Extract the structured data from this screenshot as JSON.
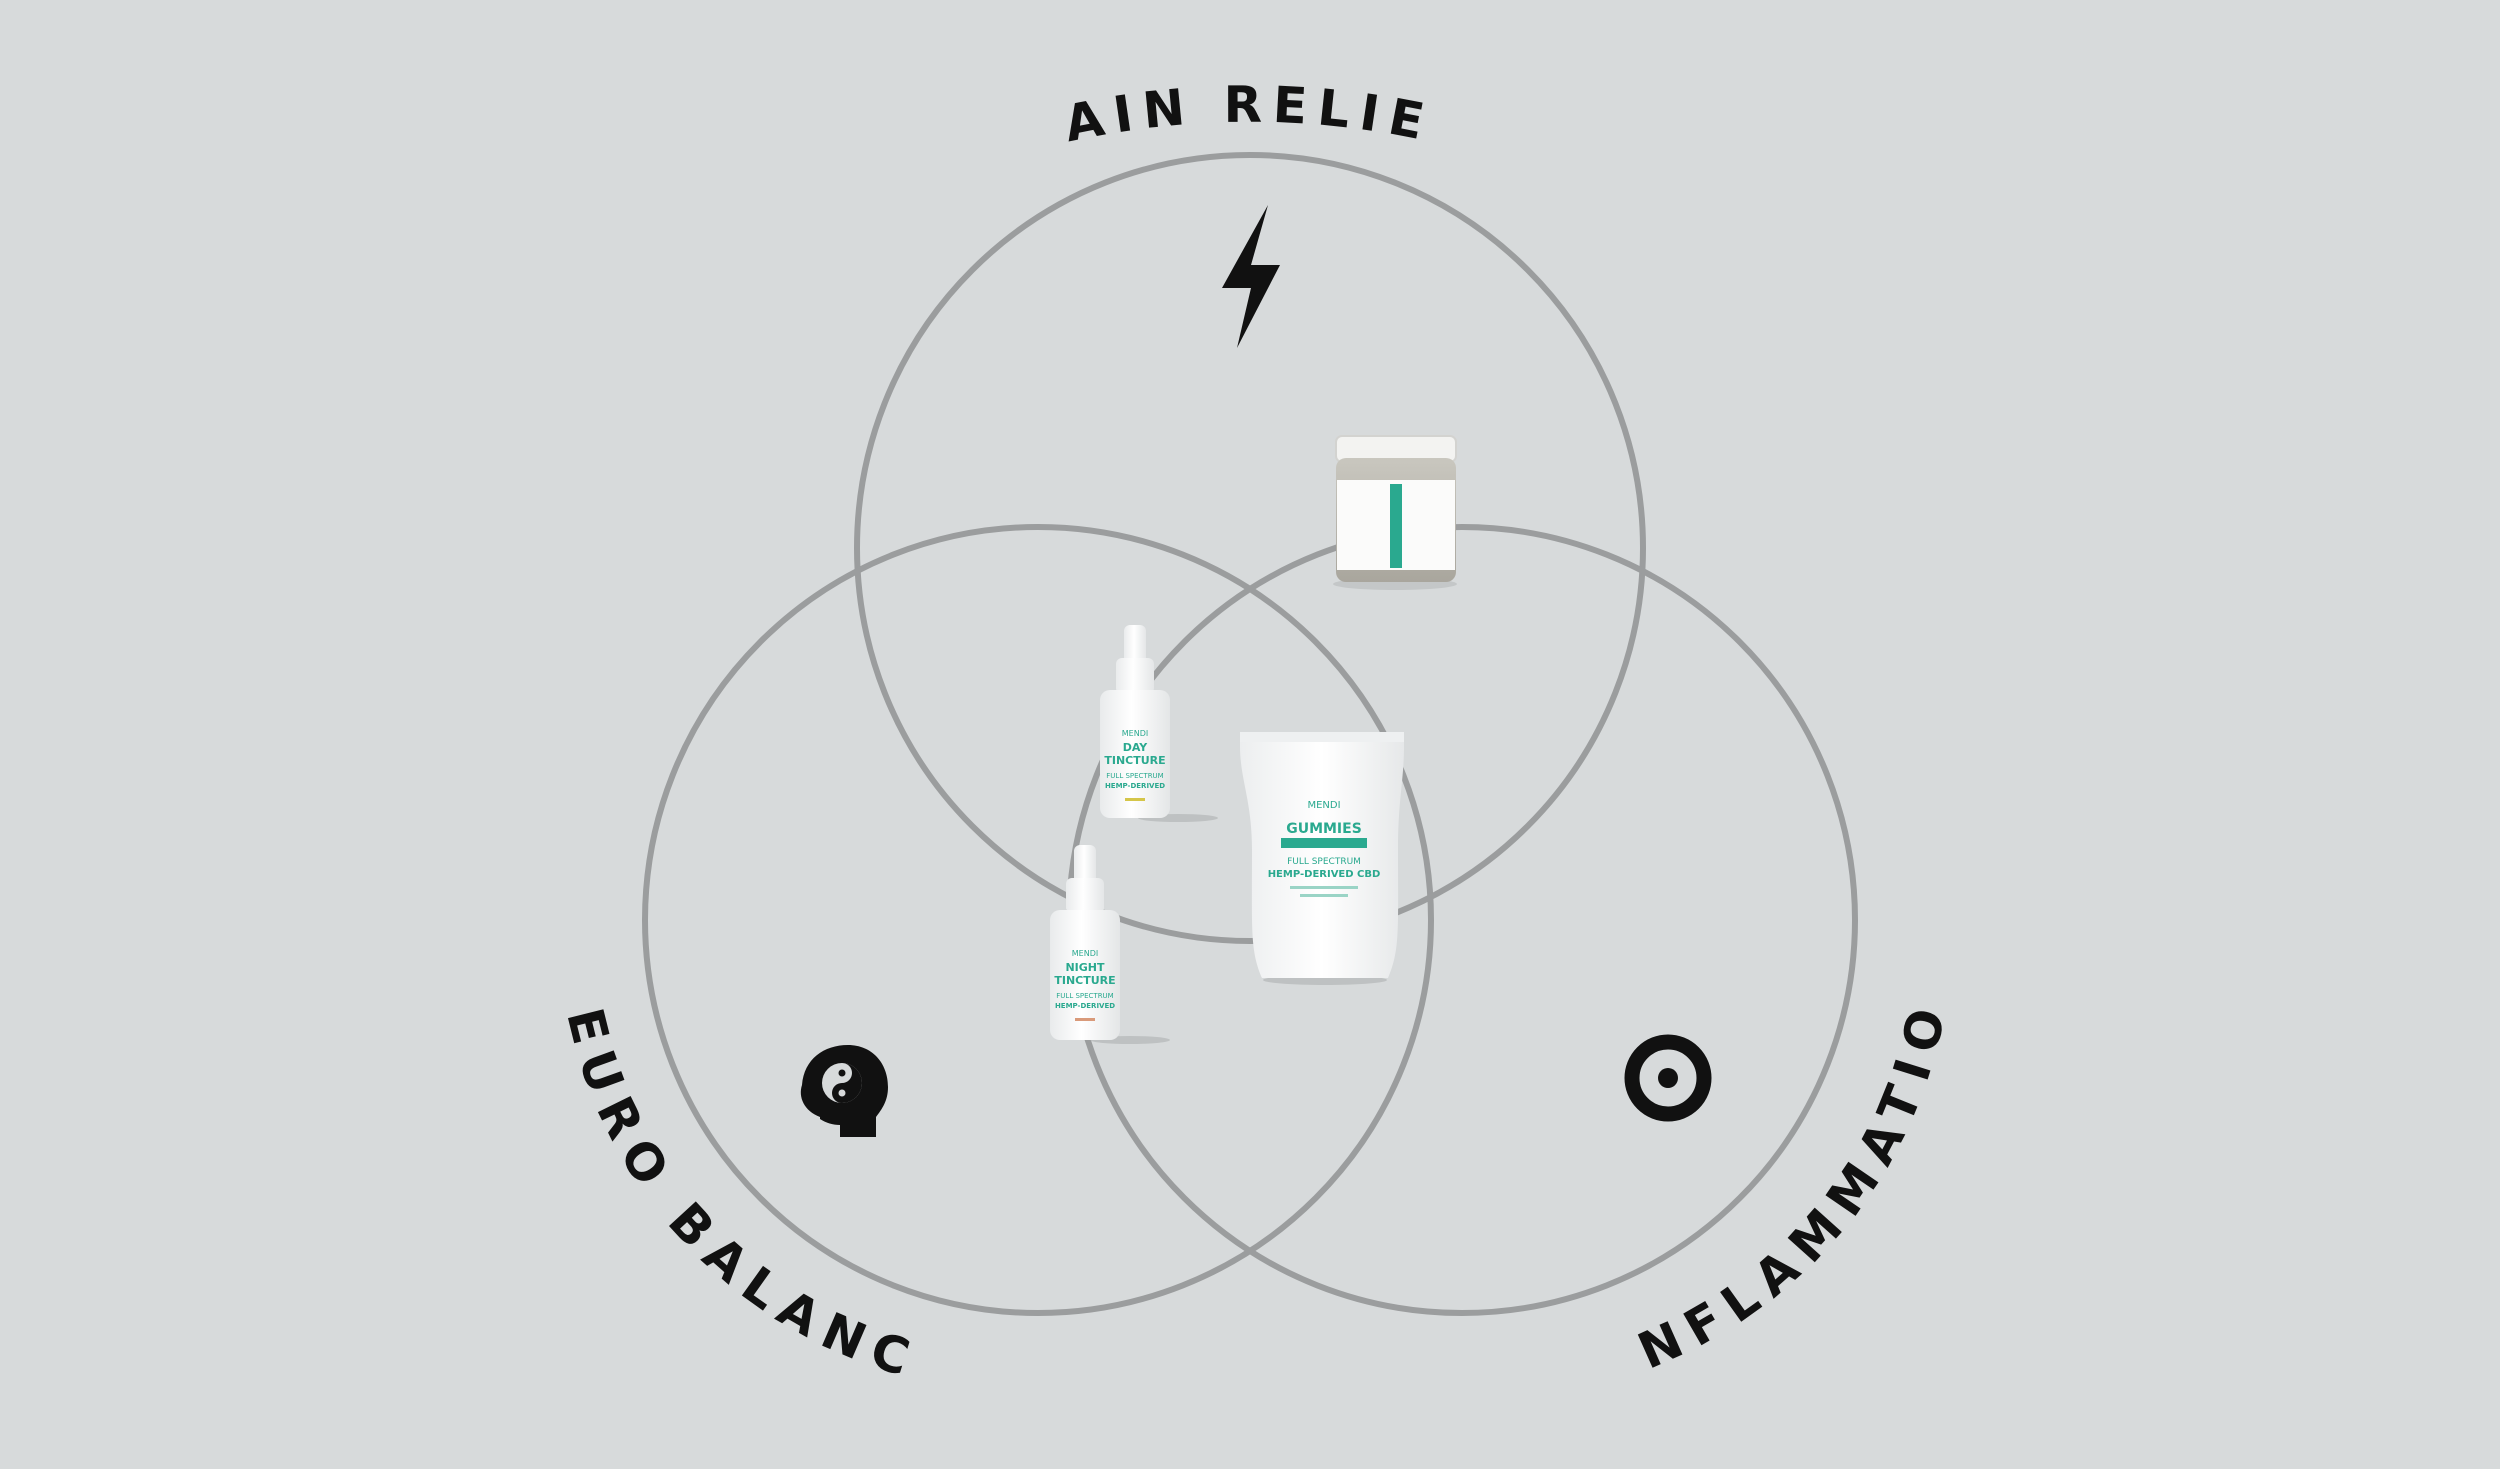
{
  "labels": {
    "top": "PAIN RELIEF",
    "left": "NEURO BALANCE",
    "right": "INFLAMMATION"
  },
  "icons": {
    "top": "lightning-bolt-icon",
    "left": "head-yin-yang-icon",
    "right": "target-icon"
  },
  "products": {
    "day_tincture": {
      "brand": "MENDI",
      "line1": "DAY",
      "line2": "TINCTURE",
      "line3": "FULL SPECTRUM",
      "line4": "HEMP-DERIVED"
    },
    "night_tincture": {
      "brand": "MENDI",
      "line1": "NIGHT",
      "line2": "TINCTURE",
      "line3": "FULL SPECTRUM",
      "line4": "HEMP-DERIVED"
    },
    "gummies": {
      "brand": "MENDI",
      "title": "GUMMIES",
      "line1": "FULL SPECTRUM",
      "line2": "HEMP-DERIVED CBD"
    }
  },
  "colors": {
    "background": "#d7dadb",
    "circle_stroke": "#9b9d9e",
    "ink": "#111111",
    "accent": "#2aa98f"
  }
}
